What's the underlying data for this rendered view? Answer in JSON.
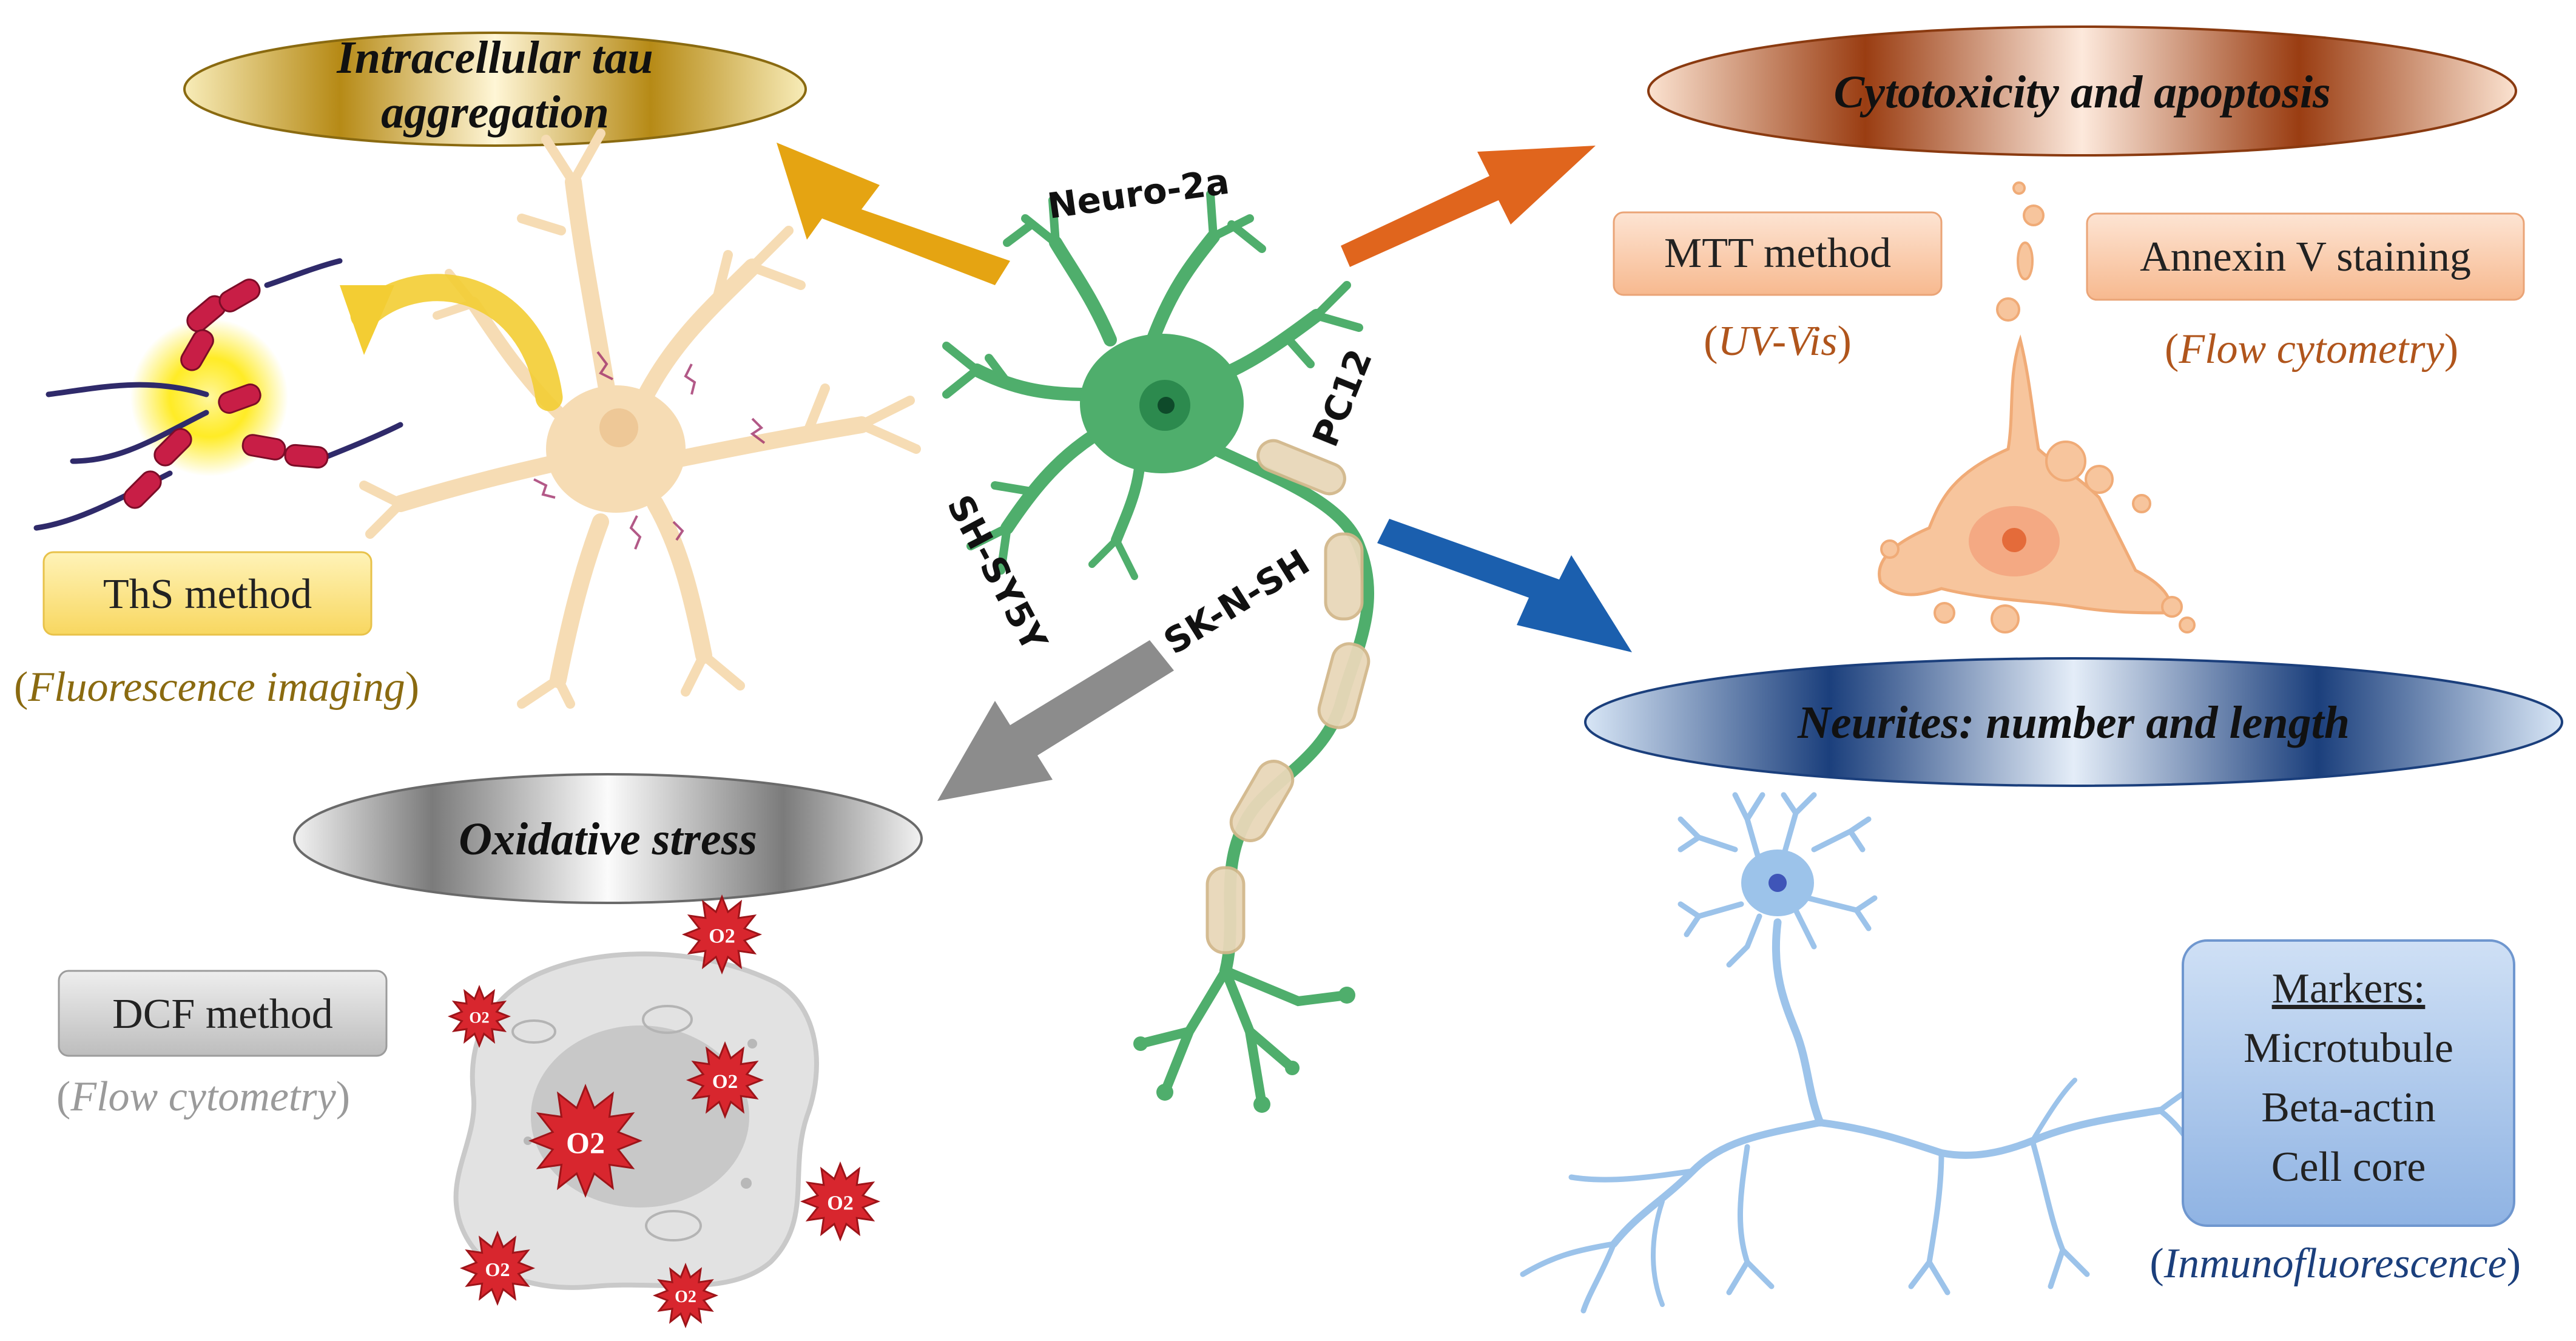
{
  "categories": {
    "tau": {
      "title_line1": "Intracellular tau",
      "title_line2": "aggregation",
      "method": "ThS method",
      "technique": "Fluorescence imaging",
      "color": "#c7a22a"
    },
    "cytotoxicity": {
      "title": "Cytotoxicity and apoptosis",
      "method1": "MTT method",
      "technique1": "UV-Vis",
      "method2": "Annexin V staining",
      "technique2": "Flow cytometry",
      "color": "#b85a2c"
    },
    "oxidative": {
      "title": "Oxidative stress",
      "method": "DCF method",
      "technique": "Flow cytometry",
      "color": "#8a8a8a"
    },
    "neurites": {
      "title": "Neurites: number and length",
      "markers_heading": "Markers:",
      "markers": [
        "Microtubule",
        "Beta-actin",
        "Cell core"
      ],
      "technique": "Inmunofluorescence",
      "color": "#1d3f7a"
    }
  },
  "cell_lines": [
    "Neuro-2a",
    "PC12",
    "SH-SY5Y",
    "SK-N-SH"
  ],
  "ros_label": "O2",
  "icons": [
    "central-neuron-icon",
    "tau-neuron-icon",
    "tau-fibril-icon",
    "apoptotic-cell-icon",
    "stressed-cell-icon",
    "ros-burst-icon",
    "neurite-neuron-icon"
  ]
}
